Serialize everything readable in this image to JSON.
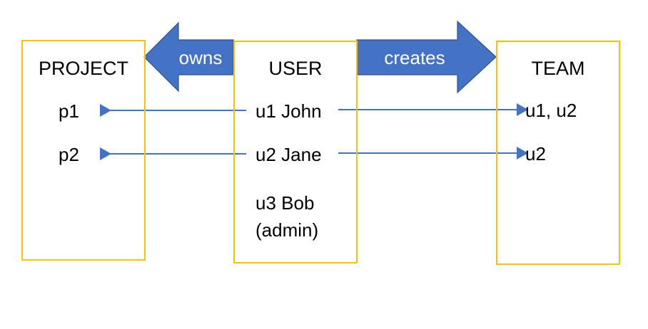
{
  "diagram": {
    "title": "USER owns PROJECT and creates TEAM relationship diagram",
    "colors": {
      "box_border": "#FFC000",
      "arrow_fill": "#4472C4",
      "arrow_stroke": "#2F528F",
      "connector": "#4472C4",
      "text": "#000000",
      "label_text": "#FFFFFF",
      "background": "#FFFFFF"
    },
    "entities": [
      {
        "id": "project",
        "title": "PROJECT",
        "items": [
          "p1",
          "p2"
        ]
      },
      {
        "id": "user",
        "title": "USER",
        "items": [
          "u1 John",
          "u2 Jane",
          "u3 Bob",
          "(admin)"
        ]
      },
      {
        "id": "team",
        "title": "TEAM",
        "items": [
          "u1, u2",
          "u2"
        ]
      }
    ],
    "relationships": [
      {
        "id": "owns",
        "label": "owns",
        "direction": "left",
        "from": "user",
        "to": "project"
      },
      {
        "id": "creates",
        "label": "creates",
        "direction": "right",
        "from": "user",
        "to": "team"
      }
    ],
    "connectors": [
      {
        "id": "u1-to-p1",
        "direction": "left",
        "from": "u1 John",
        "to": "p1"
      },
      {
        "id": "u1-to-team1",
        "direction": "right",
        "from": "u1 John",
        "to": "u1, u2"
      },
      {
        "id": "u2-to-p2",
        "direction": "left",
        "from": "u2 Jane",
        "to": "p2"
      },
      {
        "id": "u2-to-team2",
        "direction": "right",
        "from": "u2 Jane",
        "to": "u2"
      }
    ]
  }
}
